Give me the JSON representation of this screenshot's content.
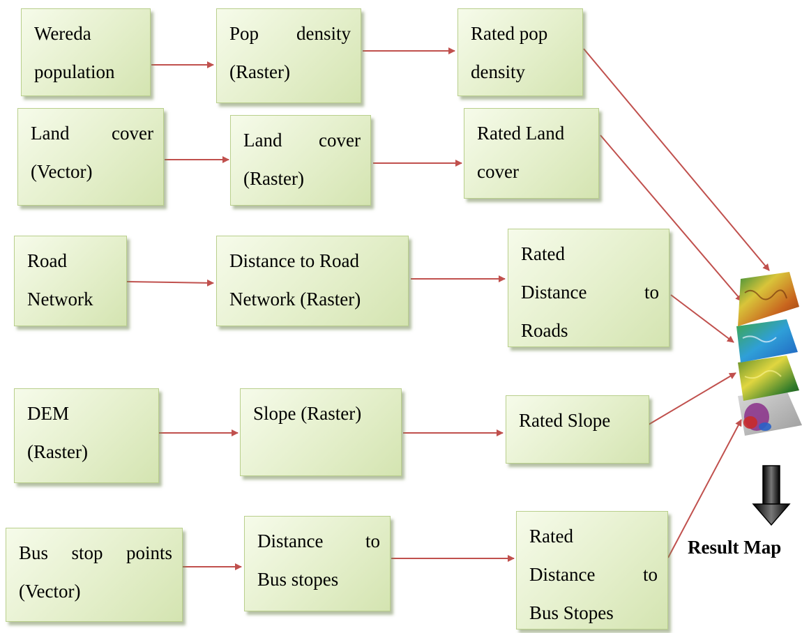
{
  "rows": [
    {
      "source": {
        "lines": [
          "Wereda",
          "population"
        ]
      },
      "raster": {
        "lines": [
          {
            "parts": [
              "Pop",
              "density"
            ]
          },
          "(Raster)"
        ]
      },
      "rated": {
        "lines": [
          "Rated pop",
          "density"
        ]
      }
    },
    {
      "source": {
        "lines": [
          {
            "parts": [
              "Land",
              "cover"
            ]
          },
          "(Vector)"
        ]
      },
      "raster": {
        "lines": [
          {
            "parts": [
              "Land",
              "cover"
            ]
          },
          "(Raster)"
        ]
      },
      "rated": {
        "lines": [
          "Rated Land",
          "cover"
        ]
      }
    },
    {
      "source": {
        "lines": [
          "Road",
          "Network"
        ]
      },
      "raster": {
        "lines": [
          "Distance to Road",
          "Network (Raster)"
        ]
      },
      "rated": {
        "lines": [
          "Rated",
          {
            "parts": [
              "Distance",
              "to"
            ]
          },
          "Roads"
        ]
      }
    },
    {
      "source": {
        "lines": [
          "DEM",
          "(Raster)"
        ]
      },
      "raster": {
        "lines": [
          "Slope (Raster)"
        ]
      },
      "rated": {
        "lines": [
          "Rated Slope"
        ]
      }
    },
    {
      "source": {
        "lines": [
          {
            "parts": [
              "Bus",
              "stop",
              "points"
            ]
          },
          "(Vector)"
        ]
      },
      "raster": {
        "lines": [
          {
            "parts": [
              "Distance",
              "to"
            ]
          },
          "Bus stopes"
        ]
      },
      "rated": {
        "lines": [
          "Rated",
          {
            "parts": [
              "Distance",
              "to"
            ]
          },
          "Bus Stopes"
        ]
      }
    }
  ],
  "result": {
    "label": "Result Map",
    "arrow_icon": "down-arrow-icon",
    "stack_icon": "layered-raster-maps-icon"
  },
  "colors": {
    "arrow": "#c0504d",
    "box_border": "#b9cf8c",
    "box_fill": "#e4efcb"
  }
}
